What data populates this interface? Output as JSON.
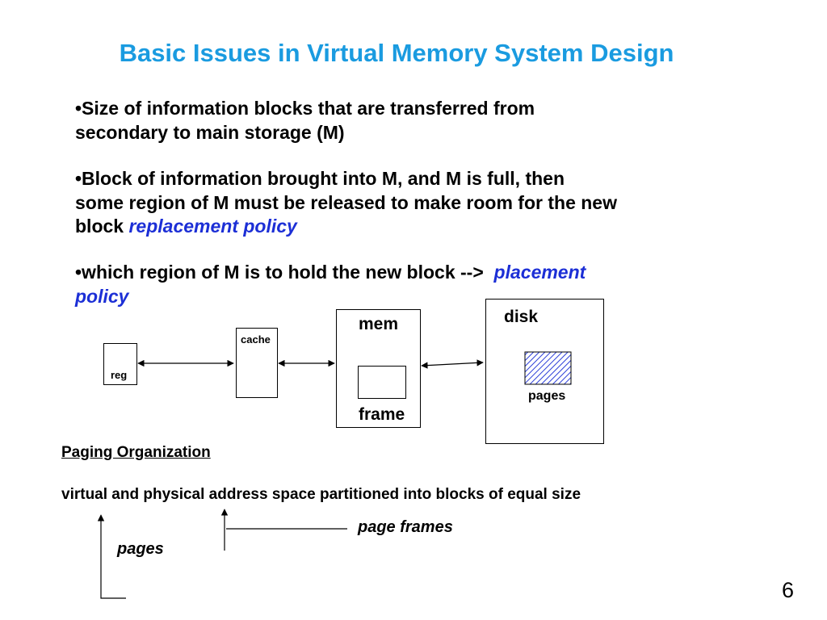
{
  "slide": {
    "title": "Basic Issues in Virtual Memory System Design",
    "page_number": "6"
  },
  "bullets": [
    {
      "line1": "•Size of information blocks that are transferred from",
      "line2": "secondary to main storage (M)"
    },
    {
      "line1": "•Block of information brought into M, and M is full, then",
      "line2": "some region of M must be released to make room for the new",
      "line3_prefix": "block ",
      "line3_emphasis": "replacement policy"
    },
    {
      "line1_prefix": "•which region of M is to hold the new block -->",
      "line1_emphasis": "placement",
      "line2_emphasis": "policy"
    }
  ],
  "diagram": {
    "reg_label": "reg",
    "cache_label": "cache",
    "mem_label": "mem",
    "frame_label": "frame",
    "disk_label": "disk",
    "pages_label": "pages",
    "colors": {
      "hatch": "#2b3ed8",
      "line": "#000000"
    }
  },
  "paging": {
    "heading": "Paging Organization",
    "description": "virtual and physical address space partitioned into blocks of equal size",
    "page_frames_label": "page frames",
    "pages_label": "pages"
  },
  "colors": {
    "title": "#1a9be0",
    "emphasis": "#1c2fd6"
  }
}
